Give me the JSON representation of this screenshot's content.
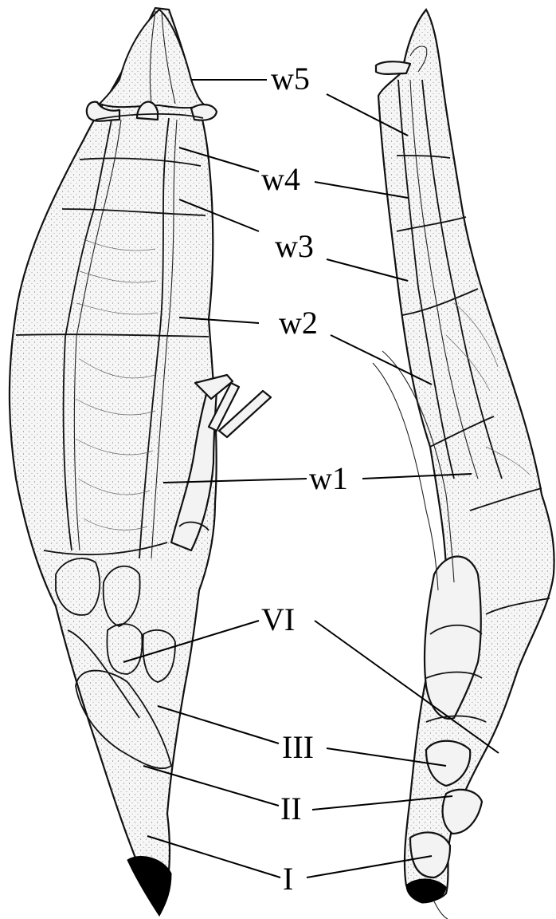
{
  "labels": {
    "w5": "w5",
    "w4": "w4",
    "w3": "w3",
    "w2": "w2",
    "w1": "w1",
    "VI": "VI",
    "III": "III",
    "II": "II",
    "I": "I"
  },
  "colors": {
    "ink": "#111111",
    "paper": "#ffffff",
    "stipple": "#f3f3f3",
    "tip": "#000000"
  }
}
